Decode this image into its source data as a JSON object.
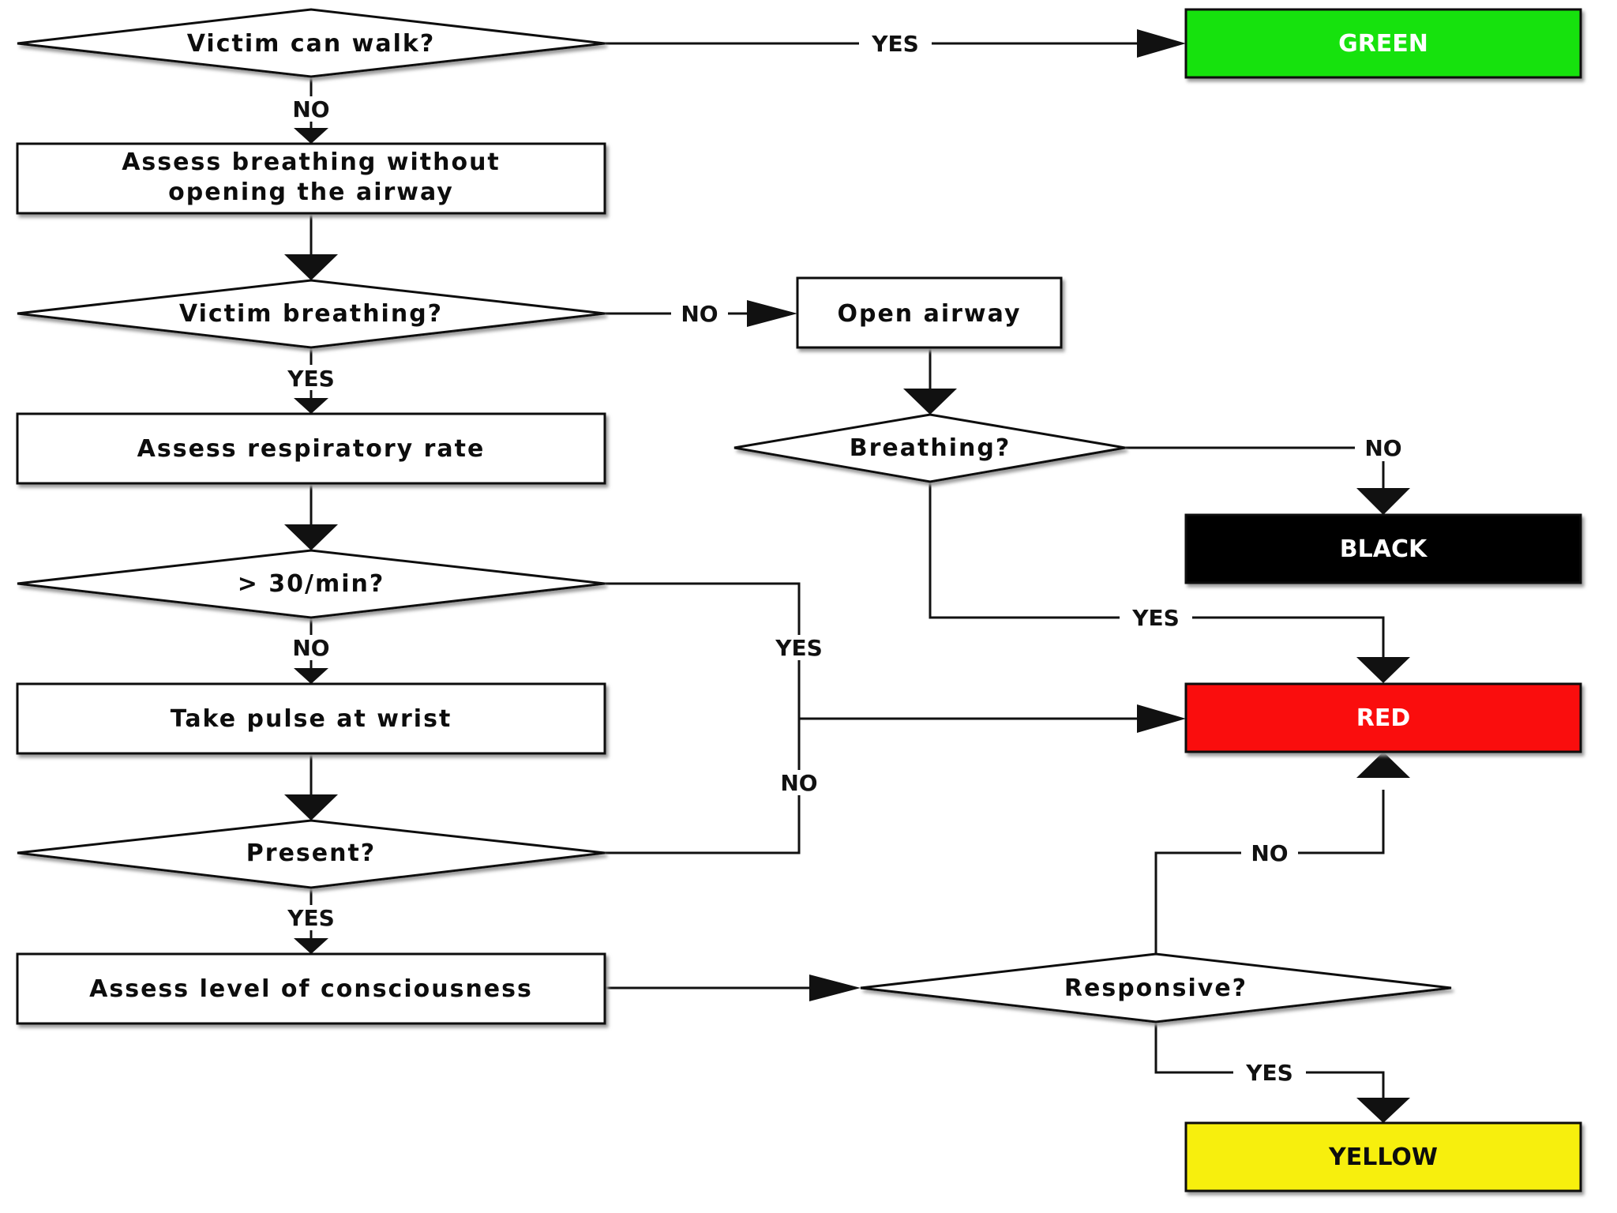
{
  "nodes": {
    "walk": {
      "label": "Victim can walk?"
    },
    "assess_breathing": {
      "line1": "Assess breathing without",
      "line2": "opening the airway"
    },
    "breathing": {
      "label": "Victim breathing?"
    },
    "open_airway": {
      "label": "Open airway"
    },
    "breathing2": {
      "label": "Breathing?"
    },
    "assess_rate": {
      "label": "Assess respiratory rate"
    },
    "rate": {
      "label": "> 30/min?"
    },
    "pulse": {
      "label": "Take pulse at wrist"
    },
    "present": {
      "label": "Present?"
    },
    "consciousness": {
      "label": "Assess level of consciousness"
    },
    "responsive": {
      "label": "Responsive?"
    }
  },
  "outcomes": {
    "green": {
      "label": "GREEN",
      "color": "#17e20f",
      "text_color": "#ffffff"
    },
    "black": {
      "label": "BLACK",
      "color": "#000000",
      "text_color": "#ffffff"
    },
    "red": {
      "label": "RED",
      "color": "#fa0a0a",
      "text_color": "#ffffff"
    },
    "yellow": {
      "label": "YELLOW",
      "color": "#f7ef10",
      "text_color": "#111111"
    }
  },
  "edges": {
    "walk_yes": "YES",
    "walk_no": "NO",
    "breathing_no": "NO",
    "breathing_yes": "YES",
    "breathing2_no": "NO",
    "breathing2_yes": "YES",
    "rate_no": "NO",
    "rate_yes": "YES",
    "present_no": "NO",
    "present_yes": "YES",
    "responsive_no": "NO",
    "responsive_yes": "YES"
  }
}
